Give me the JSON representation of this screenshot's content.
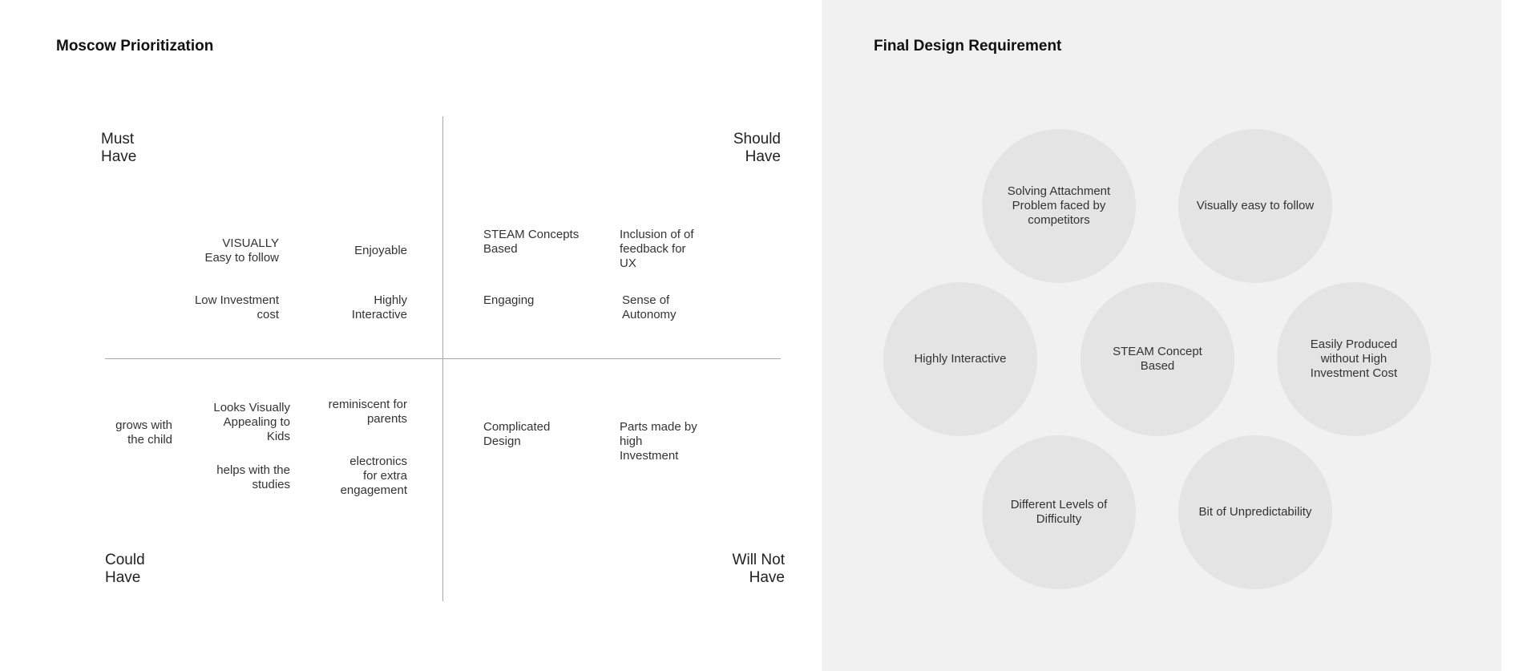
{
  "moscow": {
    "title": "Moscow Prioritization",
    "quadrants": {
      "must": "Must\nHave",
      "should": "Should\nHave",
      "could": "Could\nHave",
      "will_not": "Will Not\nHave"
    },
    "must_items": [
      "VISUALLY\nEasy to follow",
      "Enjoyable",
      "Low Investment\ncost",
      "Highly\nInteractive"
    ],
    "should_items": [
      "STEAM Concepts\nBased",
      "Inclusion of of\nfeedback for\nUX",
      "Engaging",
      "Sense of\nAutonomy"
    ],
    "could_items": [
      "grows with\nthe child",
      "Looks Visually\nAppealing to\nKids",
      "reminiscent for\nparents",
      "helps with the\nstudies",
      "electronics\nfor extra\nengagement"
    ],
    "will_not_items": [
      "Complicated\nDesign",
      "Parts made by\nhigh\nInvestment"
    ]
  },
  "final": {
    "title": "Final Design Requirement",
    "requirements": [
      "Solving Attachment Problem faced by competitors",
      "Visually easy to follow",
      "Highly Interactive",
      "STEAM Concept Based",
      "Easily Produced without High Investment Cost",
      "Different Levels of Difficulty",
      "Bit of Unpredictability"
    ]
  },
  "colors": {
    "panel_bg": "#f1f1f1",
    "circle_fill": "#e4e4e4",
    "axis_line": "#a6a6a6"
  }
}
